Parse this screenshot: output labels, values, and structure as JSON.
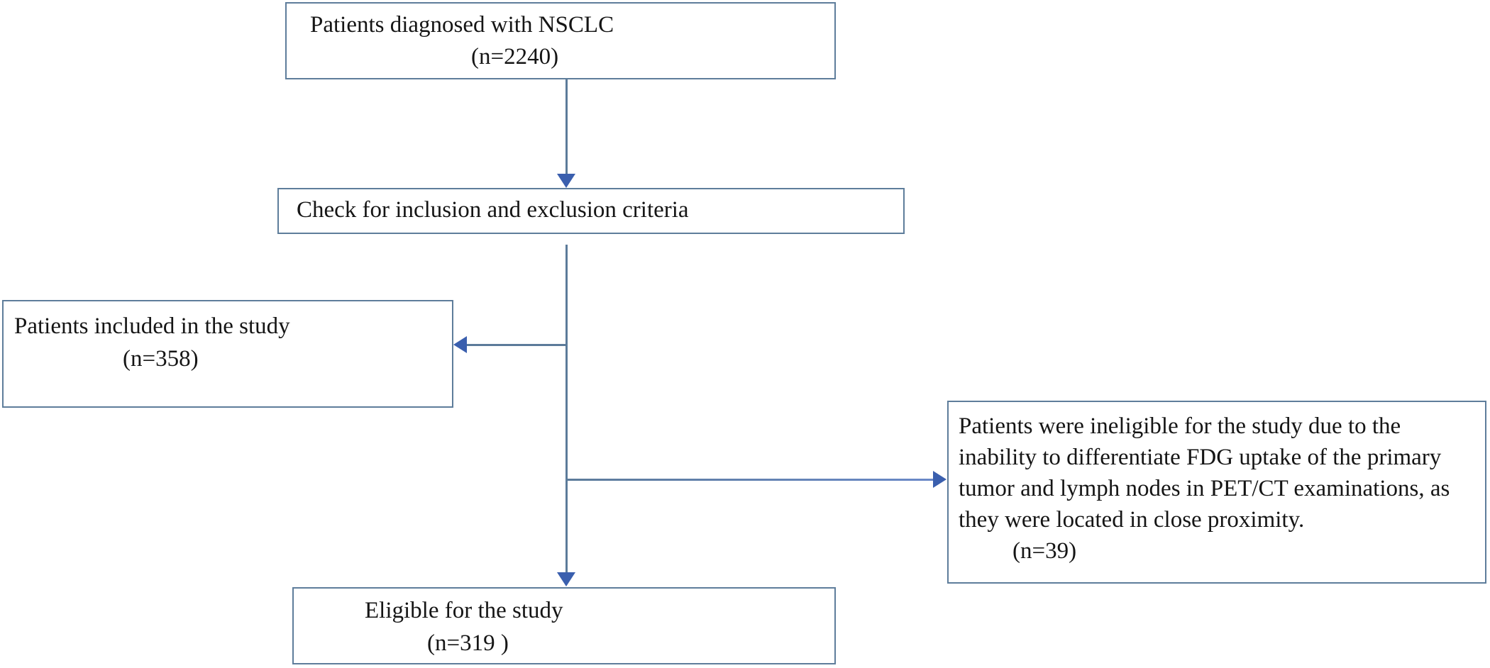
{
  "diagram": {
    "type": "patient-flowchart",
    "boxes": {
      "diagnosed": {
        "lines": [
          "Patients diagnosed with NSCLC",
          "(n=2240)"
        ]
      },
      "criteria": {
        "lines": [
          "Check for inclusion and exclusion criteria"
        ]
      },
      "included": {
        "lines": [
          "Patients included in the study",
          "(n=358)"
        ]
      },
      "ineligible": {
        "lines": [
          "Patients were ineligible for the study due to the",
          "inability to differentiate FDG uptake of the primary",
          "tumor and lymph nodes in PET/CT examinations, as",
          "they were located in close proximity.",
          "(n=39)"
        ]
      },
      "eligible": {
        "lines": [
          "Eligible for the study",
          "(n=319 )"
        ]
      }
    },
    "colors": {
      "box_border": "#5e7d9b",
      "connector": "#5c7b9a",
      "connector_blue": "#6a89c8",
      "arrowhead": "#3a5fae",
      "text": "#151515",
      "background": "#ffffff"
    }
  }
}
